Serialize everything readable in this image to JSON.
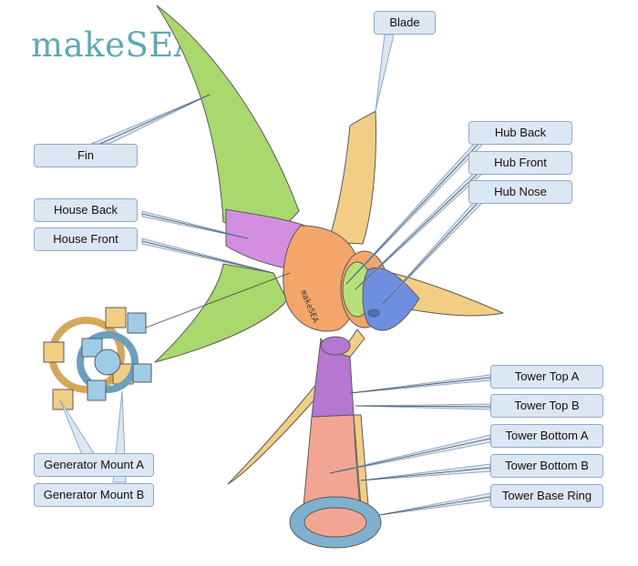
{
  "logo": {
    "text": "makeSEA",
    "color": "#5fa8b3"
  },
  "labels": {
    "blade": "Blade",
    "fin": "Fin",
    "house_back": "House Back",
    "house_front": "House Front",
    "hub_back": "Hub Back",
    "hub_front": "Hub Front",
    "hub_nose": "Hub Nose",
    "tower_top_a": "Tower Top A",
    "tower_top_b": "Tower Top B",
    "tower_bottom_a": "Tower Bottom A",
    "tower_bottom_b": "Tower Bottom B",
    "tower_base_ring": "Tower Base Ring",
    "generator_mount_a": "Generator Mount A",
    "generator_mount_b": "Generator Mount B"
  },
  "part_colors": {
    "fin": "#a9d86c",
    "house_back": "#d48ee0",
    "house_front": "#f3a56a",
    "hub_back": "#f3a56a",
    "hub_front": "#b7e07a",
    "hub_nose": "#6e8fe0",
    "blade": "#f2cd84",
    "tower_top": "#b577d0",
    "tower_bottom": "#f2a592",
    "base_ring": "#7fb0cf",
    "generator_mount_a": "#f2cd84",
    "generator_mount_b": "#9ecbe6"
  },
  "housing_imprint": "makeSEA"
}
